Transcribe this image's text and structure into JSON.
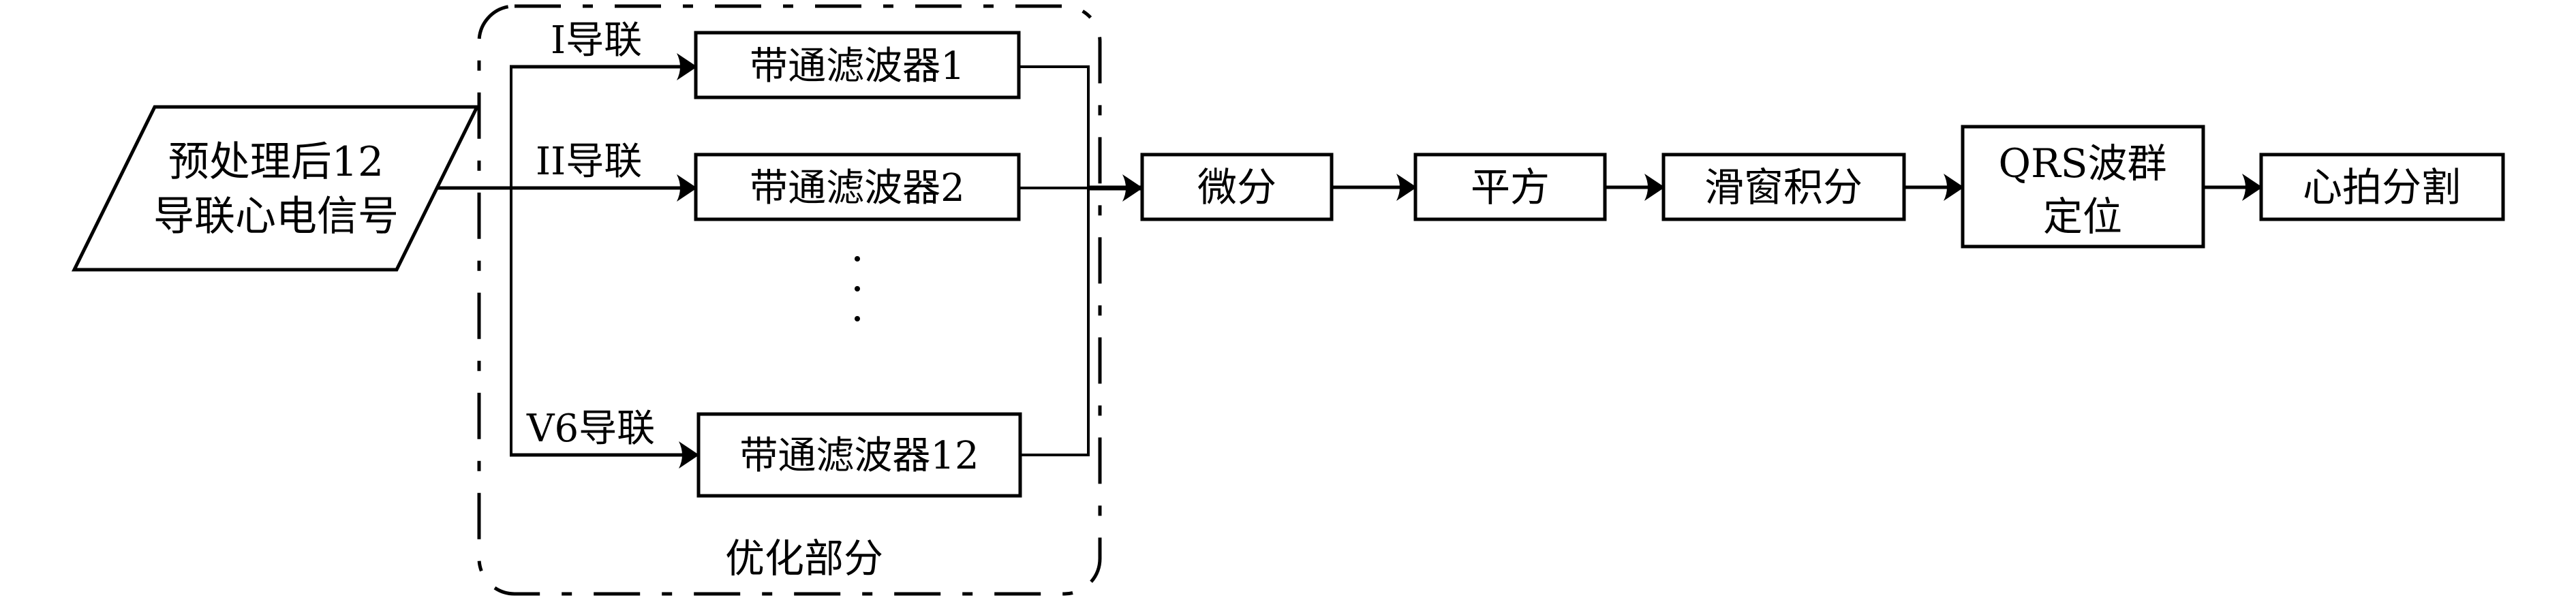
{
  "input": {
    "lines": [
      "预处理后12",
      "导联心电信号"
    ]
  },
  "optimization_group": {
    "label": "优化部分"
  },
  "leads": [
    {
      "lead_label": "I导联",
      "filter_label": "带通滤波器1"
    },
    {
      "lead_label": "II导联",
      "filter_label": "带通滤波器2"
    },
    {
      "lead_label": "V6导联",
      "filter_label": "带通滤波器12"
    }
  ],
  "ellipsis": "⋮",
  "pipeline": [
    {
      "lines": [
        "微分"
      ]
    },
    {
      "lines": [
        "平方"
      ]
    },
    {
      "lines": [
        "滑窗积分"
      ]
    },
    {
      "lines": [
        "QRS波群",
        "定位"
      ]
    },
    {
      "lines": [
        "心拍分割"
      ]
    }
  ]
}
